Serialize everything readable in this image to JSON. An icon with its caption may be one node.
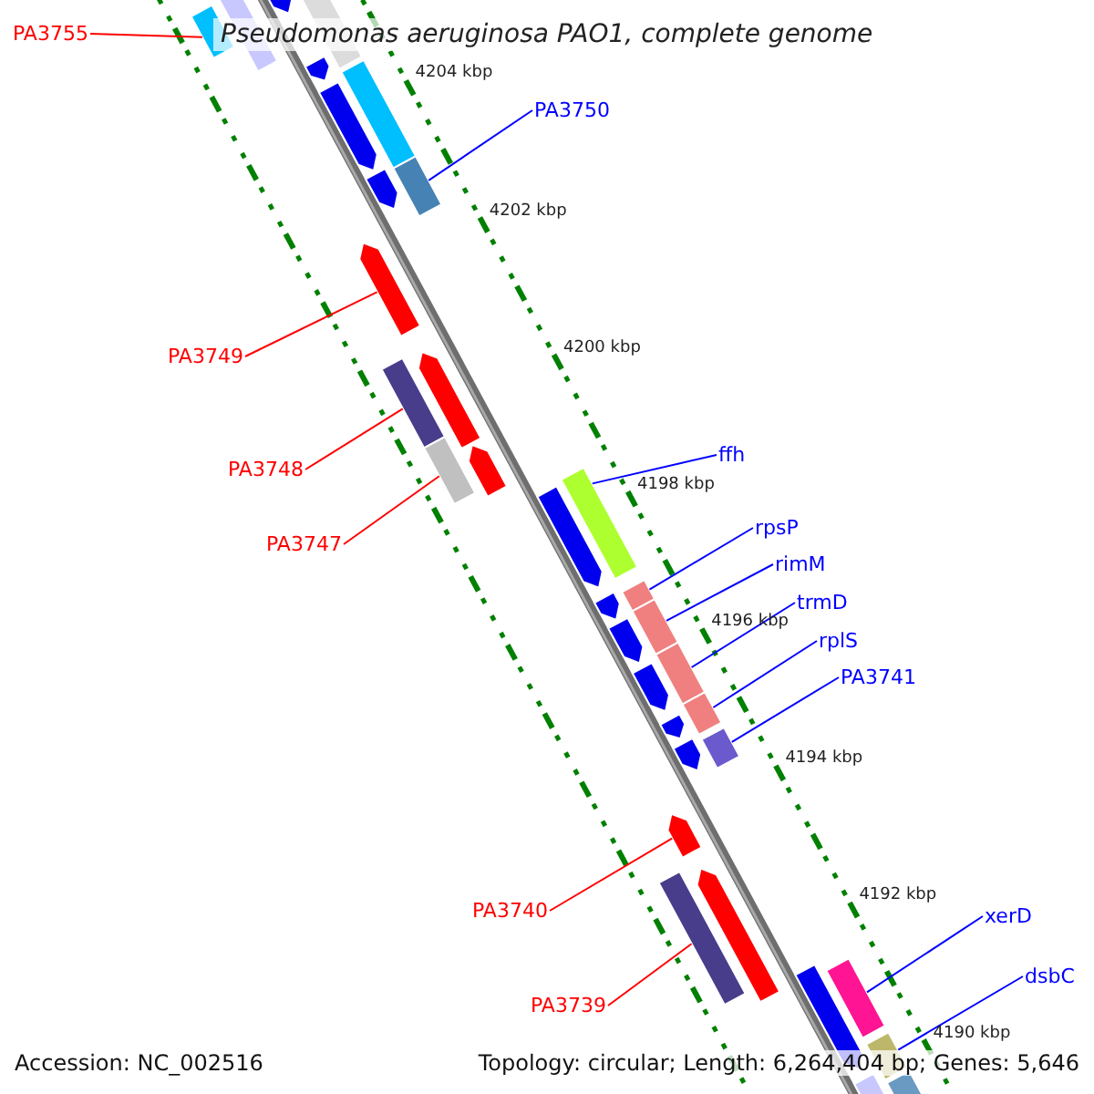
{
  "diagram": {
    "title": "Pseudomonas aeruginosa PAO1, complete genome",
    "nodes": [
      {
        "text": [
          "PA3755"
        ]
      },
      {
        "text": [
          "PA3750"
        ]
      },
      {
        "text": [
          "PA3749"
        ]
      },
      {
        "text": [
          "PA3748"
        ]
      },
      {
        "text": [
          "PA3747"
        ]
      },
      {
        "text": [
          "ffh"
        ]
      },
      {
        "text": [
          "rpsP"
        ]
      },
      {
        "text": [
          "rimM"
        ]
      },
      {
        "text": [
          "trmD"
        ]
      },
      {
        "text": [
          "rplS"
        ]
      },
      {
        "text": [
          "PA3741"
        ]
      },
      {
        "text": [
          "PA3740"
        ]
      },
      {
        "text": [
          "PA3739"
        ]
      },
      {
        "text": [
          "xerD"
        ]
      },
      {
        "text": [
          "dsbC"
        ]
      },
      {
        "text": [],
        "shape": "bar"
      },
      {
        "text": [],
        "shape": "bar"
      },
      {
        "text": [],
        "shape": "bar"
      },
      {
        "text": [],
        "shape": "bar"
      },
      {
        "text": [],
        "shape": "bar"
      },
      {
        "text": [],
        "shape": "bar"
      },
      {
        "text": [],
        "shape": "bar"
      },
      {
        "text": [],
        "shape": "bar"
      },
      {
        "text": [],
        "shape": "bar"
      },
      {
        "text": [],
        "shape": "bar"
      },
      {
        "text": [],
        "shape": "bar"
      },
      {
        "text": [],
        "shape": "bar"
      },
      {
        "text": [],
        "shape": "bar"
      },
      {
        "text": [],
        "shape": "bar"
      },
      {
        "text": [],
        "shape": "bar"
      }
    ],
    "edges": [
      {
        "from": 0,
        "to": 15,
        "arrow": "none",
        "color": "#ff0000"
      },
      {
        "from": 1,
        "to": 16,
        "arrow": "none"
      },
      {
        "from": 2,
        "to": 17,
        "arrow": "none",
        "color": "#ff0000"
      },
      {
        "from": 3,
        "to": 18,
        "arrow": "none",
        "color": "#ff0000"
      },
      {
        "from": 4,
        "to": 19,
        "arrow": "none",
        "color": "#ff0000"
      },
      {
        "from": 5,
        "to": 20,
        "arrow": "none"
      },
      {
        "from": 6,
        "to": 21,
        "arrow": "none"
      },
      {
        "from": 7,
        "to": 22,
        "arrow": "none"
      },
      {
        "from": 8,
        "to": 23,
        "arrow": "none"
      },
      {
        "from": 9,
        "to": 24,
        "arrow": "none"
      },
      {
        "from": 10,
        "to": 25,
        "arrow": "none"
      },
      {
        "from": 11,
        "to": 26,
        "arrow": "none",
        "color": "#ff0000"
      },
      {
        "from": 12,
        "to": 27,
        "arrow": "none",
        "color": "#ff0000"
      },
      {
        "from": 13,
        "to": 28,
        "arrow": "none"
      },
      {
        "from": 14,
        "to": 29,
        "arrow": "none"
      }
    ],
    "labels": [
      "4204 kbp",
      "4202 kbp",
      "4200 kbp",
      "4198 kbp",
      "4196 kbp",
      "4194 kbp",
      "4192 kbp",
      "4190 kbp",
      "Accession: NC_002516",
      "Topology: circular; Length: 6,264,404 bp; Genes: 5,646"
    ]
  }
}
